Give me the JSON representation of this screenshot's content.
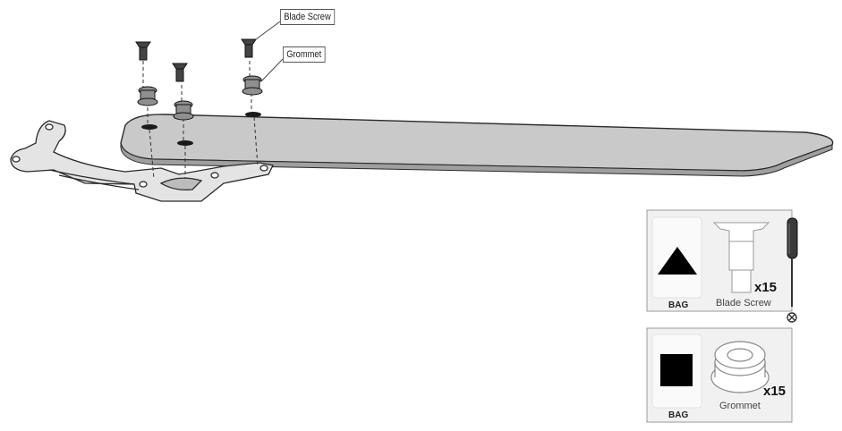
{
  "callouts": {
    "blade_screw": "Blade Screw",
    "grommet": "Grommet"
  },
  "parts_panels": [
    {
      "bag_label": "BAG",
      "bag_symbol": "triangle",
      "part_name": "Blade Screw",
      "quantity": "x15",
      "tool_icon": "screwdriver-icon",
      "drive_icon": "phillips-drive-icon"
    },
    {
      "bag_label": "BAG",
      "bag_symbol": "square",
      "part_name": "Grommet",
      "quantity": "x15"
    }
  ],
  "colors": {
    "blade": "#c9c9c9",
    "outline": "#2a2a2a",
    "panel": "#f1f1f1"
  }
}
